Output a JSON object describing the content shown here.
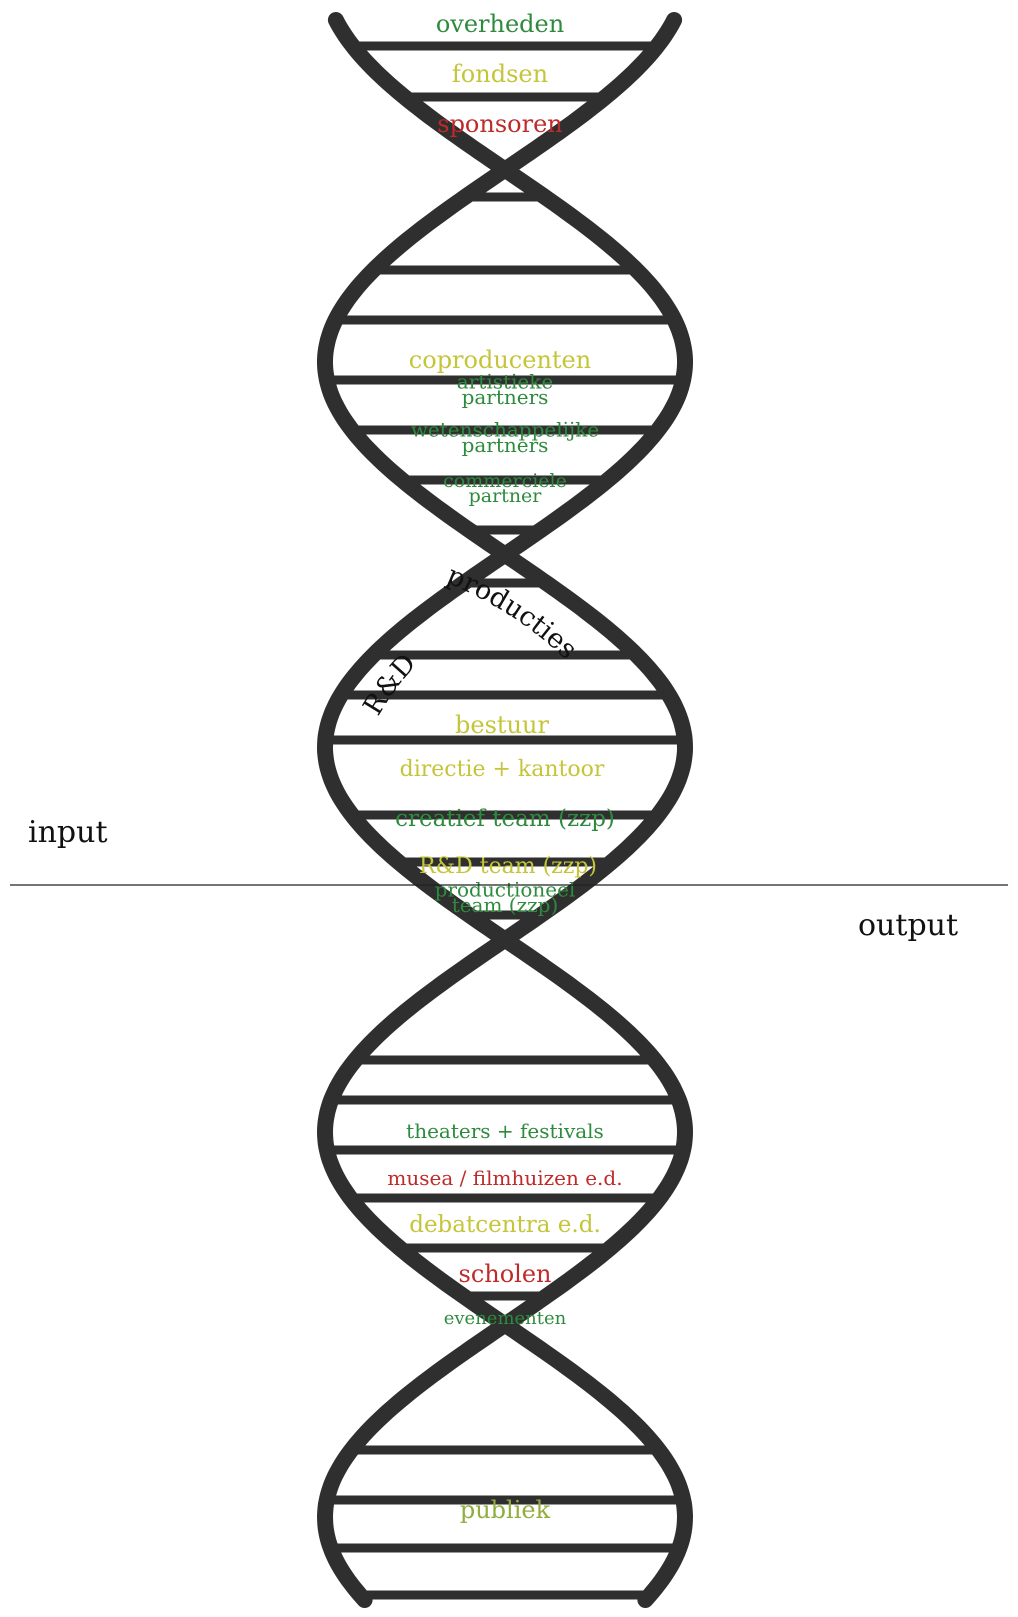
{
  "colors": {
    "strand": "#2f2f2f",
    "green": "#2e8b3e",
    "yellow": "#c5c53a",
    "red": "#bf2a2a",
    "olive": "#8fae3c",
    "divider": "#222222"
  },
  "side_labels": {
    "input": "input",
    "output": "output"
  },
  "strand_labels": {
    "producties": "producties",
    "rd": "R&D"
  },
  "groups": [
    {
      "name": "funders",
      "items": [
        {
          "lines": [
            "overheden"
          ],
          "color": "green"
        },
        {
          "lines": [
            "fondsen"
          ],
          "color": "yellow"
        },
        {
          "lines": [
            "sponsoren"
          ],
          "color": "red"
        }
      ]
    },
    {
      "name": "partners",
      "items": [
        {
          "lines": [
            "coproducenten"
          ],
          "color": "yellow"
        },
        {
          "lines": [
            "artistieke",
            "partners"
          ],
          "color": "green"
        },
        {
          "lines": [
            "wetenschappelijke",
            "partners"
          ],
          "color": "green"
        },
        {
          "lines": [
            "commerciele",
            "partner"
          ],
          "color": "green"
        }
      ]
    },
    {
      "name": "organisation",
      "items": [
        {
          "lines": [
            "bestuur"
          ],
          "color": "yellow"
        },
        {
          "lines": [
            "directie + kantoor"
          ],
          "color": "yellow"
        },
        {
          "lines": [
            "creatief team (zzp)"
          ],
          "color": "green"
        },
        {
          "lines": [
            "R&D team (zzp)"
          ],
          "color": "yellow"
        },
        {
          "lines": [
            "productioneel",
            "team (zzp)"
          ],
          "color": "green"
        }
      ]
    },
    {
      "name": "venues",
      "items": [
        {
          "lines": [
            "theaters + festivals"
          ],
          "color": "green"
        },
        {
          "lines": [
            "musea / filmhuizen e.d."
          ],
          "color": "red"
        },
        {
          "lines": [
            "debatcentra e.d."
          ],
          "color": "yellow"
        },
        {
          "lines": [
            "scholen"
          ],
          "color": "red"
        },
        {
          "lines": [
            "evenementen"
          ],
          "color": "green"
        }
      ]
    },
    {
      "name": "audience",
      "items": [
        {
          "lines": [
            "publiek"
          ],
          "color": "olive"
        }
      ]
    }
  ]
}
